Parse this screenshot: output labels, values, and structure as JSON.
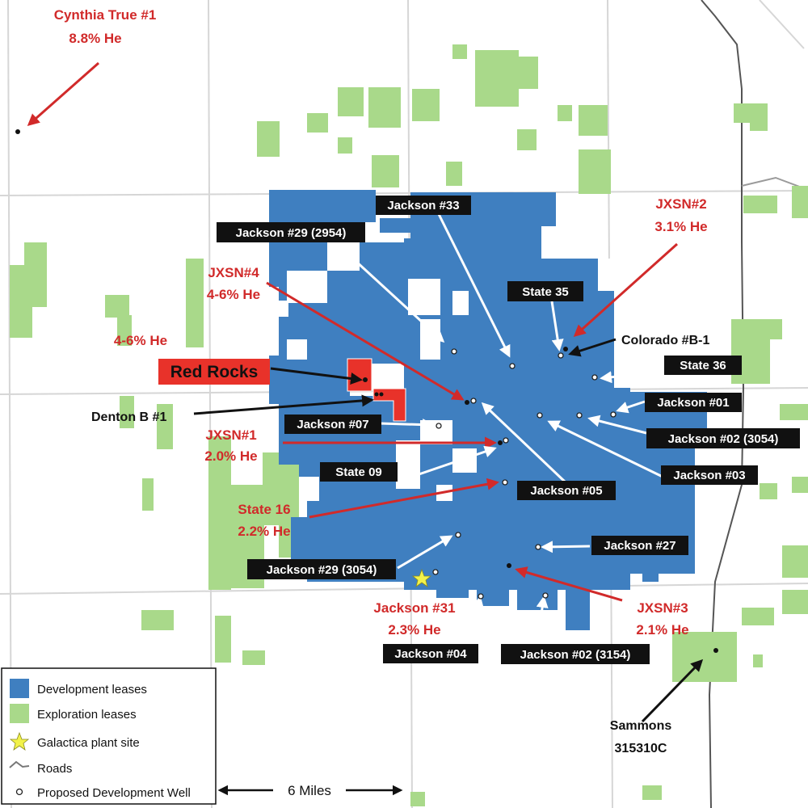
{
  "colors": {
    "development": "#3f7fc0",
    "exploration": "#a9d98a",
    "red_label": "#d12a2a",
    "label_box": "#111111",
    "road": "#d8d8d8",
    "road_dark": "#555555",
    "star": "#f2f24a"
  },
  "map": {
    "red_labels": {
      "cynthia_title": "Cynthia True #1",
      "cynthia_he": "8.8% He",
      "jxsn2_title": "JXSN#2",
      "jxsn2_he": "3.1% He",
      "jxsn4_title": "JXSN#4",
      "jxsn4_he": "4-6% He",
      "red_rocks_he": "4-6% He",
      "jxsn1_title": "JXSN#1",
      "jxsn1_he": "2.0% He",
      "state16_title": "State 16",
      "state16_he": "2.2% He",
      "jackson31_title": "Jackson #31",
      "jackson31_he": "2.3% He",
      "jxsn3_title": "JXSN#3",
      "jxsn3_he": "2.1% He"
    },
    "black_labels": {
      "jackson33": "Jackson #33",
      "jackson29_2954": "Jackson #29 (2954)",
      "state35": "State 35",
      "state36": "State 36",
      "jackson01": "Jackson #01",
      "jackson07": "Jackson #07",
      "jackson02_3054": "Jackson #02 (3054)",
      "jackson03": "Jackson #03",
      "state09": "State 09",
      "jackson05": "Jackson #05",
      "jackson27": "Jackson #27",
      "jackson29_3054": "Jackson #29 (3054)",
      "jackson04": "Jackson #04",
      "jackson02_3154": "Jackson #02 (3154)"
    },
    "plain_labels": {
      "colorado": "Colorado #B-1",
      "denton": "Denton B #1",
      "sammons_1": "Sammons",
      "sammons_2": "315310C"
    },
    "red_rocks": "Red Rocks",
    "scale_label": "6 Miles"
  },
  "legend": {
    "items": [
      {
        "label": "Development leases",
        "icon": "blue-square"
      },
      {
        "label": "Exploration leases",
        "icon": "green-square"
      },
      {
        "label": "Galactica plant site",
        "icon": "star-icon"
      },
      {
        "label": "Roads",
        "icon": "road-icon"
      },
      {
        "label": "Proposed Development Well",
        "icon": "circle-icon"
      }
    ]
  }
}
